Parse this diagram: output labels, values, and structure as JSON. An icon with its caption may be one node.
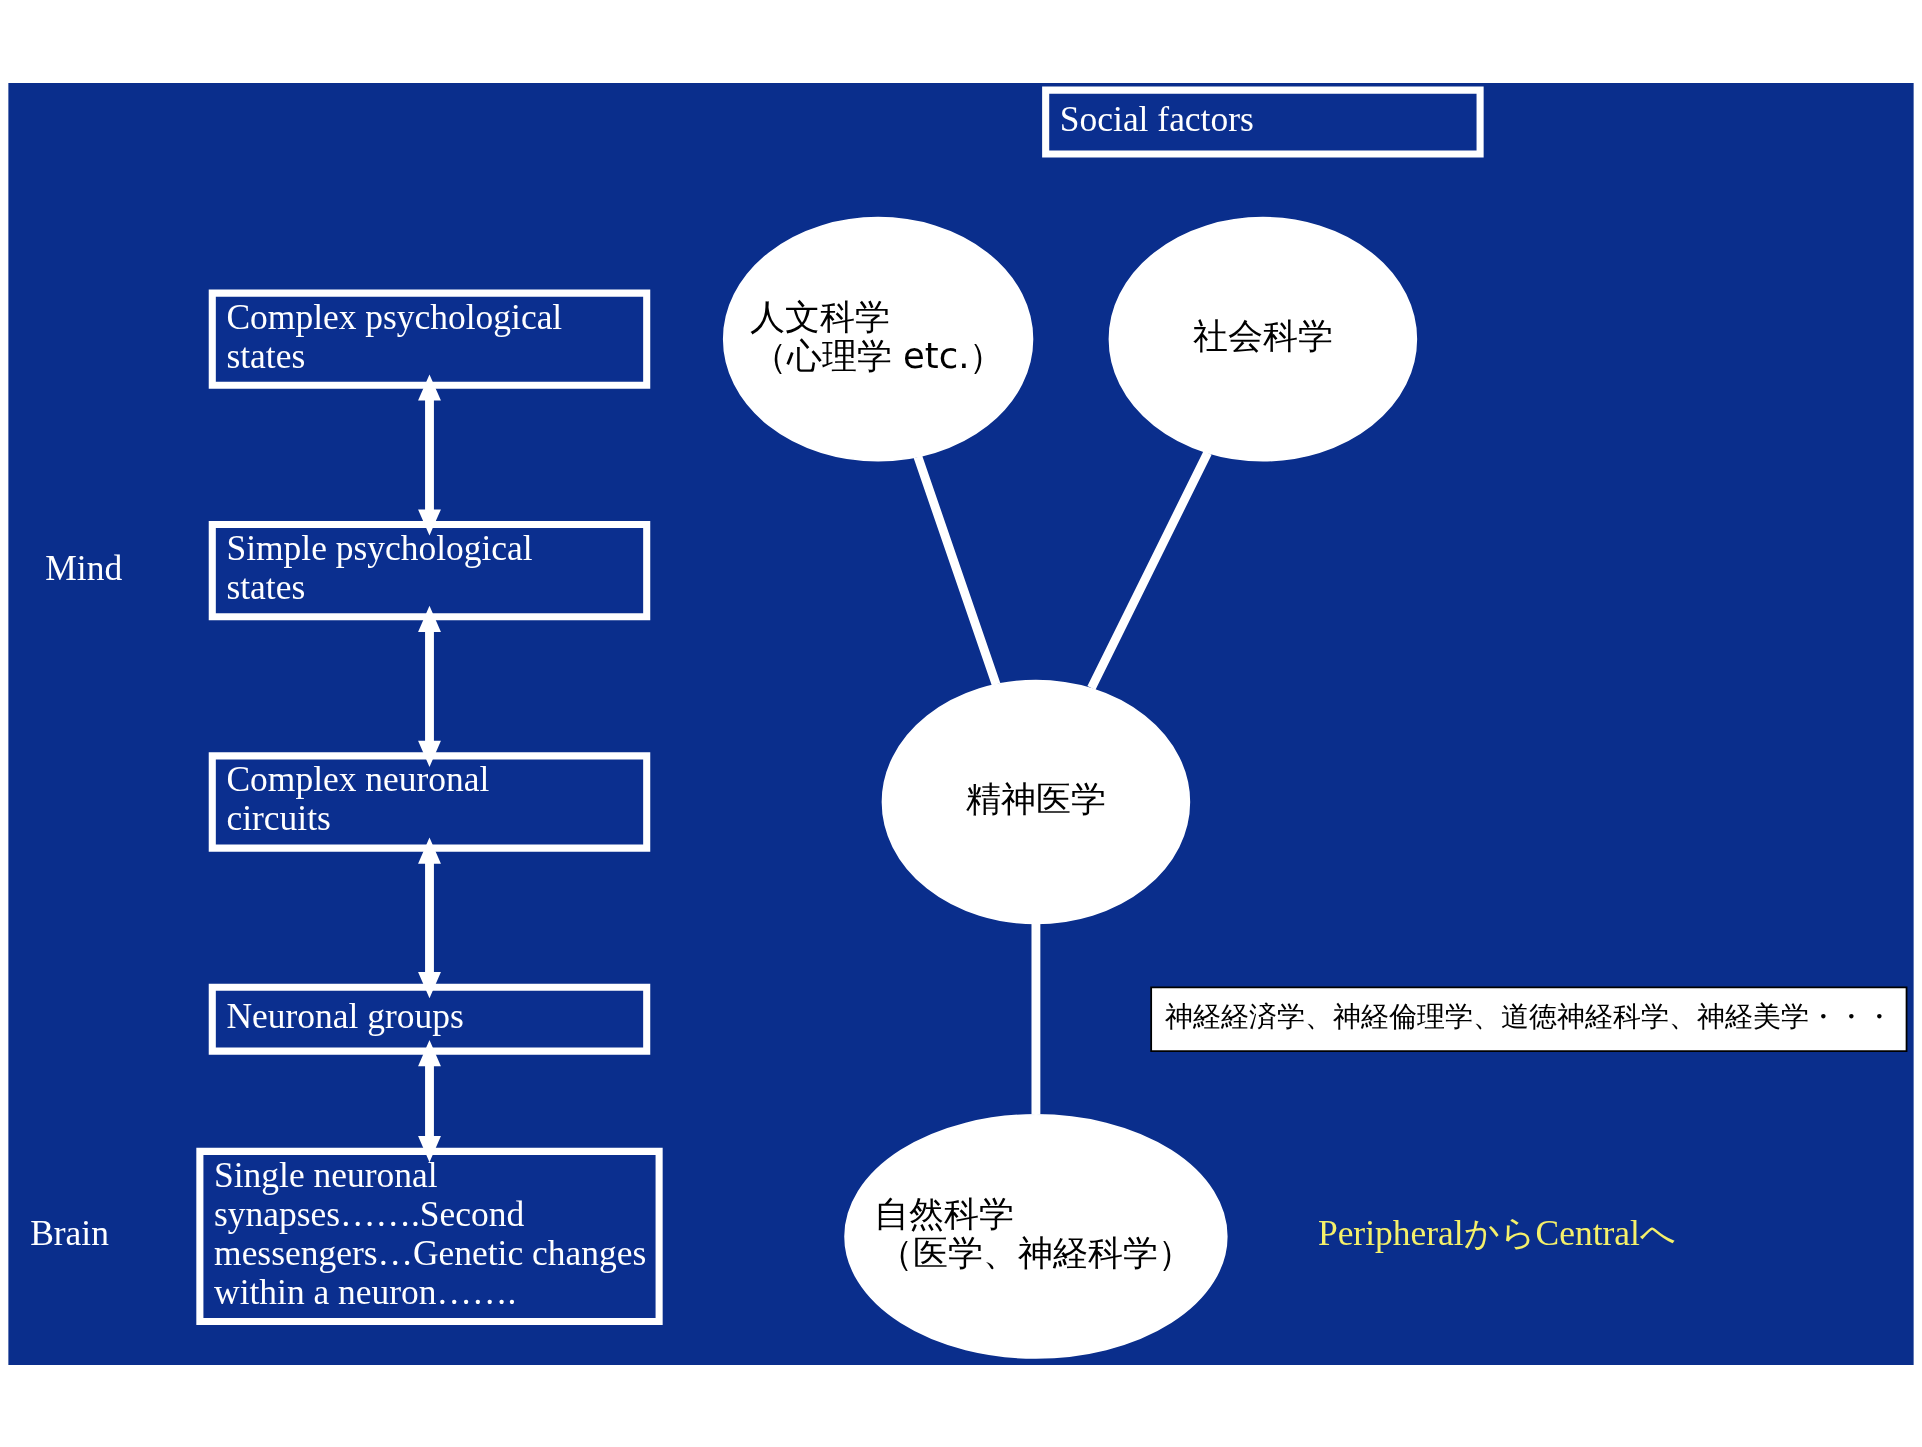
{
  "diagram": {
    "nodes": [
      {
        "text": [
          "Complex psychological states"
        ]
      },
      {
        "text": [
          "Simple psychological states"
        ]
      },
      {
        "text": [
          "Complex neuronal circuits"
        ]
      },
      {
        "text": [
          "Neuronal groups"
        ]
      },
      {
        "text": [
          "Single neuronal synapses…….Second messengers…Genetic changes within a neuron……."
        ]
      },
      {
        "text": [
          "Social factors"
        ]
      },
      {
        "text": [
          "人文科学",
          "（心理学 etc.）"
        ]
      },
      {
        "text": [
          "社会科学"
        ]
      },
      {
        "text": [
          "精神医学"
        ]
      },
      {
        "text": [
          "自然科学",
          "（医学、神経科学）"
        ]
      },
      {
        "text": [
          "神経経済学、神経倫理学、道徳神経科学、神経美学・・・"
        ]
      }
    ],
    "edges": [
      {
        "from": 0,
        "to": 1,
        "arrow": "both"
      },
      {
        "from": 1,
        "to": 2,
        "arrow": "both"
      },
      {
        "from": 2,
        "to": 3,
        "arrow": "both"
      },
      {
        "from": 3,
        "to": 4,
        "arrow": "both"
      },
      {
        "from": 6,
        "to": 8,
        "arrow": "none"
      },
      {
        "from": 7,
        "to": 8,
        "arrow": "none"
      },
      {
        "from": 9,
        "to": 8,
        "arrow": "none"
      }
    ],
    "labels": [
      "Mind",
      "Brain",
      "PeripheralからCentralへ"
    ]
  }
}
